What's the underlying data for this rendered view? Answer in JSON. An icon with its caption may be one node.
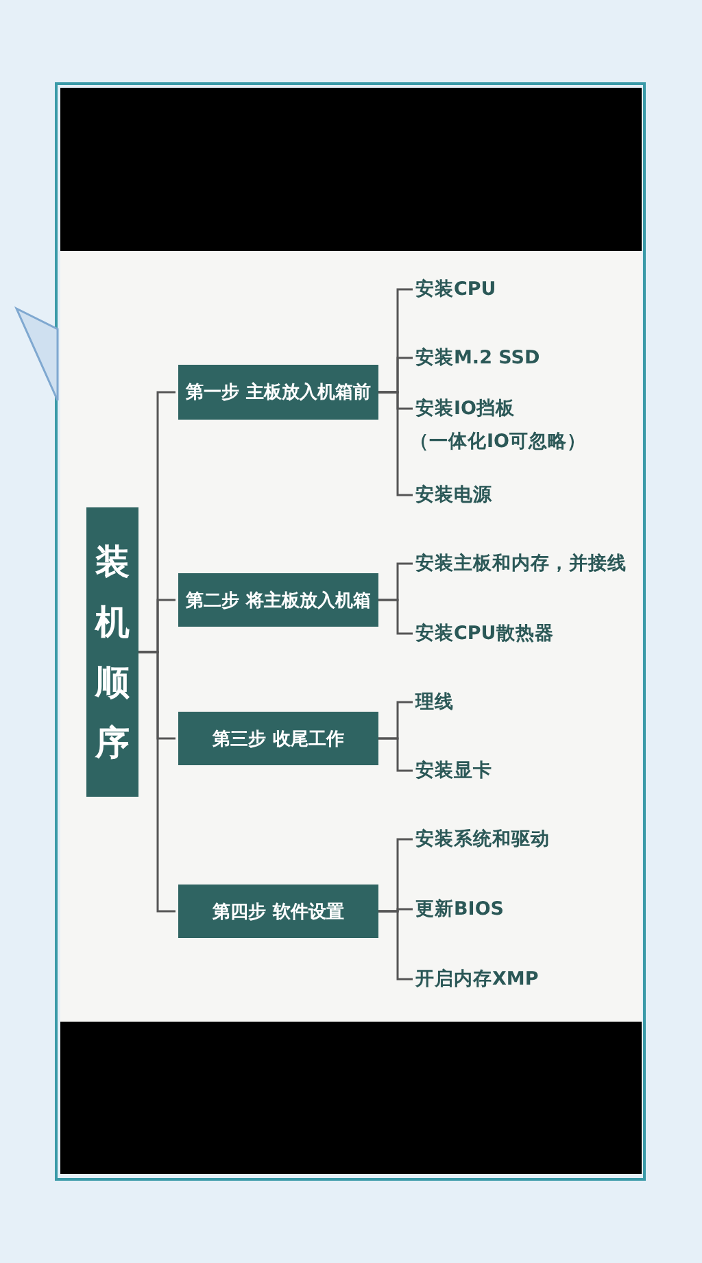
{
  "diagram": {
    "nodes": [
      {
        "text": [
          "装机顺序"
        ]
      },
      {
        "text": [
          "第一步 主板放入机箱前"
        ]
      },
      {
        "text": [
          "第二步 将主板放入机箱"
        ]
      },
      {
        "text": [
          "第三步 收尾工作"
        ]
      },
      {
        "text": [
          "第四步 软件设置"
        ]
      },
      {
        "text": [
          "安装CPU"
        ]
      },
      {
        "text": [
          "安装M.2 SSD"
        ]
      },
      {
        "text": [
          "安装IO挡板",
          "（一体化IO可忽略）"
        ]
      },
      {
        "text": [
          "安装电源"
        ]
      },
      {
        "text": [
          "安装主板和内存，并接线"
        ]
      },
      {
        "text": [
          "安装CPU散热器"
        ]
      },
      {
        "text": [
          "理线"
        ]
      },
      {
        "text": [
          "安装显卡"
        ]
      },
      {
        "text": [
          "安装系统和驱动"
        ]
      },
      {
        "text": [
          "更新BIOS"
        ]
      },
      {
        "text": [
          "开启内存XMP"
        ]
      }
    ],
    "edges": [
      {
        "from": 0,
        "to": 1,
        "arrow": "none"
      },
      {
        "from": 0,
        "to": 2,
        "arrow": "none"
      },
      {
        "from": 0,
        "to": 3,
        "arrow": "none"
      },
      {
        "from": 0,
        "to": 4,
        "arrow": "none"
      },
      {
        "from": 1,
        "to": 5,
        "arrow": "none"
      },
      {
        "from": 1,
        "to": 6,
        "arrow": "none"
      },
      {
        "from": 1,
        "to": 7,
        "arrow": "none"
      },
      {
        "from": 1,
        "to": 8,
        "arrow": "none"
      },
      {
        "from": 2,
        "to": 9,
        "arrow": "none"
      },
      {
        "from": 2,
        "to": 10,
        "arrow": "none"
      },
      {
        "from": 3,
        "to": 11,
        "arrow": "none"
      },
      {
        "from": 3,
        "to": 12,
        "arrow": "none"
      },
      {
        "from": 4,
        "to": 13,
        "arrow": "none"
      },
      {
        "from": 4,
        "to": 14,
        "arrow": "none"
      },
      {
        "from": 4,
        "to": 15,
        "arrow": "none"
      }
    ]
  }
}
